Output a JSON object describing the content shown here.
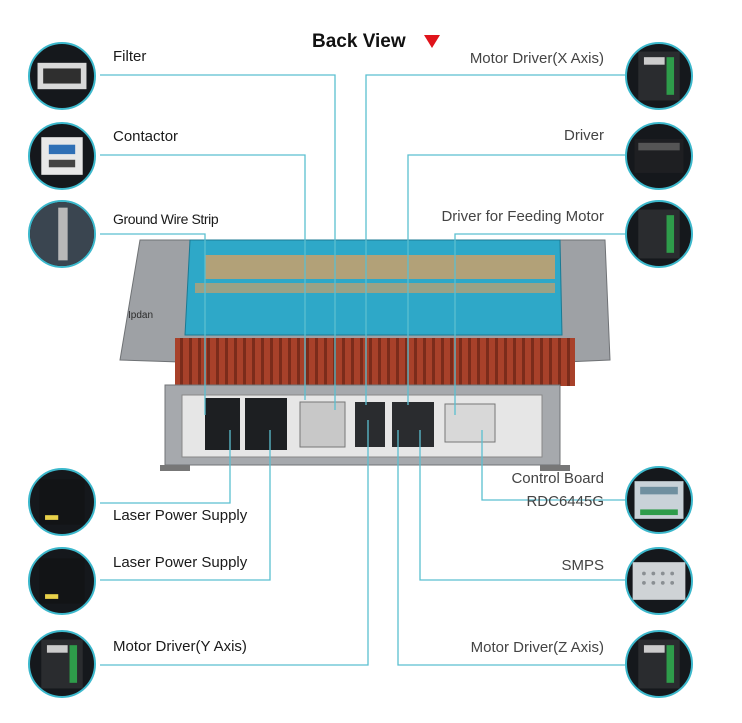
{
  "title": "Back View",
  "machine": {
    "logo_text": "Ipdan"
  },
  "colors": {
    "leader": "#5bbfd0",
    "machine_blue": "#2ea8c8",
    "title_arrow": "#e0141b"
  },
  "components": [
    {
      "id": "filter",
      "label": "Filter",
      "icon": "filter-icon"
    },
    {
      "id": "contactor",
      "label": "Contactor",
      "icon": "contactor-icon"
    },
    {
      "id": "ground",
      "label": "Ground Wire Strip",
      "icon": "ground-wire-strip-icon"
    },
    {
      "id": "lps1",
      "label": "Laser Power Supply",
      "icon": "laser-power-supply-icon"
    },
    {
      "id": "lps2",
      "label": "Laser Power Supply",
      "icon": "laser-power-supply-icon"
    },
    {
      "id": "mdy",
      "label": "Motor Driver(Y Axis)",
      "icon": "motor-driver-icon"
    },
    {
      "id": "mdx",
      "label": "Motor Driver(X Axis)",
      "icon": "motor-driver-icon"
    },
    {
      "id": "driver",
      "label": "Driver",
      "icon": "driver-icon"
    },
    {
      "id": "dfm",
      "label": "Driver for Feeding Motor",
      "icon": "feeding-motor-driver-icon"
    },
    {
      "id": "cb",
      "label": "Control Board",
      "sublabel": "RDC6445G",
      "icon": "control-board-icon"
    },
    {
      "id": "smps",
      "label": "SMPS",
      "icon": "smps-icon"
    },
    {
      "id": "mdz",
      "label": "Motor Driver(Z Axis)",
      "icon": "motor-driver-icon"
    }
  ]
}
